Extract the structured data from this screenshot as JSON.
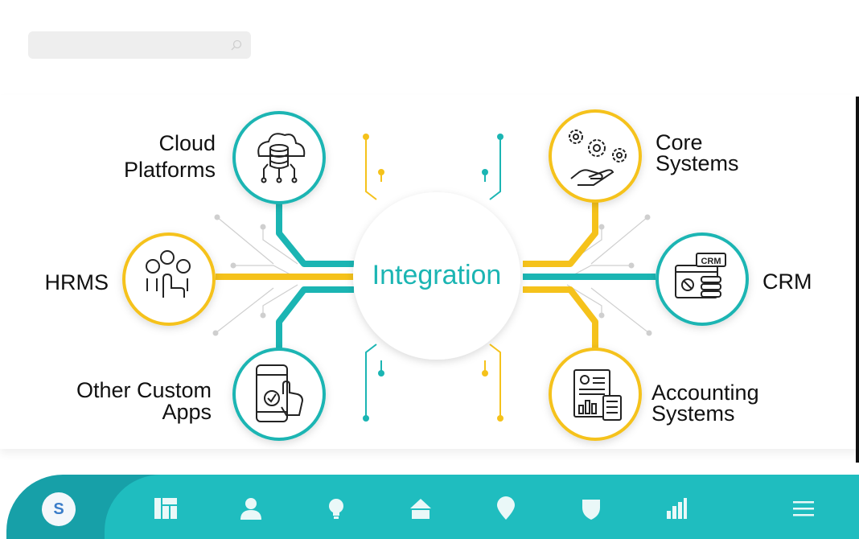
{
  "search": {
    "placeholder": "",
    "value": ""
  },
  "infographic": {
    "center_label": "Integration",
    "nodes": [
      {
        "id": "cloud",
        "label_lines": [
          "Cloud",
          "Platforms"
        ]
      },
      {
        "id": "hrms",
        "label_lines": [
          "HRMS"
        ]
      },
      {
        "id": "custom",
        "label_lines": [
          "Other Custom",
          "Apps"
        ]
      },
      {
        "id": "core",
        "label_lines": [
          "Core",
          "Systems"
        ]
      },
      {
        "id": "crm",
        "label_lines": [
          "CRM"
        ],
        "icon_text": "CRM"
      },
      {
        "id": "accounting",
        "label_lines": [
          "Accounting",
          "Systems"
        ]
      }
    ]
  },
  "bottom_nav": {
    "avatar_letter": "S",
    "icons": [
      "dashboard-icon",
      "user-icon",
      "lightbulb-icon",
      "home-icon",
      "location-pin-icon",
      "shield-icon",
      "bar-chart-icon",
      "menu-icon"
    ]
  },
  "colors": {
    "teal": "#1bb5b3",
    "yellow": "#f5c21b",
    "nav_front": "#1fbdbf",
    "nav_back": "#17a0a8"
  }
}
